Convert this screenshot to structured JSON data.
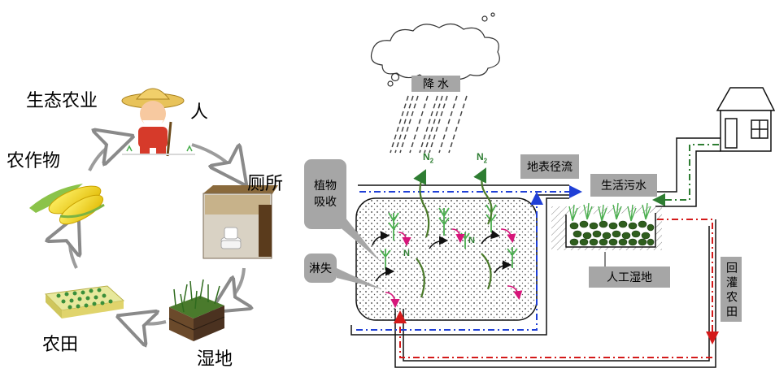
{
  "cycle": {
    "eco_agriculture": "生态农业",
    "person": "人",
    "toilet": "厕所",
    "wetland": "湿地",
    "farmland": "农田",
    "crops": "农作物"
  },
  "system": {
    "rain": "降 水",
    "surface_runoff": "地表径流",
    "domestic_sewage": "生活污水",
    "constructed_wetland": "人工湿地",
    "irrigation": "回灌农田",
    "plant_uptake": "植物吸收",
    "leaching": "淋失",
    "n2_main": "N",
    "n2_sub": "2",
    "n_small": "N"
  },
  "colors": {
    "blue_flow": "#1f3fd6",
    "red_flow": "#d41a1a",
    "green_flow": "#2e7d32",
    "label_gray": "#a6a6a6"
  }
}
